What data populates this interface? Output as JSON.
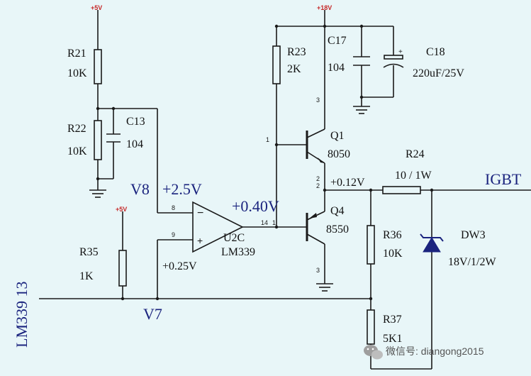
{
  "labels": {
    "r21": "R21",
    "r21_val": "10K",
    "r22": "R22",
    "r22_val": "10K",
    "c13": "C13",
    "c13_val": "104",
    "r23": "R23",
    "r23_val": "2K",
    "c17": "C17",
    "c17_val": "104",
    "c18": "C18",
    "c18_val": "220uF/25V",
    "q1": "Q1",
    "q1_val": "8050",
    "q4": "Q4",
    "q4_val": "8550",
    "r24": "R24",
    "r24_val": "10 / 1W",
    "r35": "R35",
    "r35_val": "1K",
    "r36": "R36",
    "r36_val": "10K",
    "r37": "R37",
    "r37_val": "5K1",
    "dw3": "DW3",
    "dw3_val": "18V/1/2W",
    "u2c": "U2C",
    "u2c_val": "LM339",
    "v8": "V8",
    "v7": "V7",
    "plus_2_5v": "+2.5V",
    "plus_0_40v": "+0.40V",
    "plus_0_25v": "+0.25V",
    "plus_0_12v": "+0.12V",
    "igbt": "IGBT",
    "lm339_13": "LM339 13"
  },
  "rails": {
    "plus5v_a": "+5V",
    "plus18v": "+18V",
    "plus5v_b": "+5V"
  },
  "pins": {
    "p8": "8",
    "p9": "9",
    "p14": "14",
    "p1_d": "1",
    "q1_b": "1",
    "q1_c": "3",
    "q1_e": "2",
    "q4_e": "2",
    "q4_c": "3",
    "q4_b": "1",
    "q1_e2": "2",
    "plus": "+",
    "minus": "−",
    "plus_c18": "+"
  },
  "watermark": {
    "icon": "wechat-icon",
    "text": "微信号: diangong2015"
  }
}
